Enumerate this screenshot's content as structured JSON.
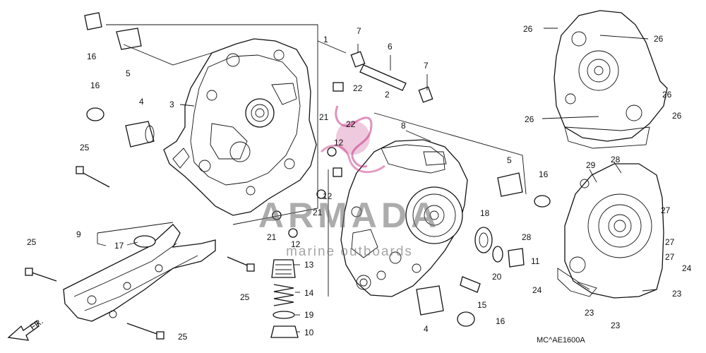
{
  "watermark": {
    "brand": "ARMADA",
    "tagline": "marine outboards",
    "color": "#c0267a"
  },
  "diagram_code": "MC^AE1600A",
  "front_arrow_label": "FR.",
  "callouts": [
    {
      "id": "c1",
      "text": "1"
    },
    {
      "id": "c2",
      "text": "2"
    },
    {
      "id": "c3",
      "text": "3"
    },
    {
      "id": "c4a",
      "text": "4"
    },
    {
      "id": "c4b",
      "text": "4"
    },
    {
      "id": "c5a",
      "text": "5"
    },
    {
      "id": "c5b",
      "text": "5"
    },
    {
      "id": "c6",
      "text": "6"
    },
    {
      "id": "c7a",
      "text": "7"
    },
    {
      "id": "c7b",
      "text": "7"
    },
    {
      "id": "c8",
      "text": "8"
    },
    {
      "id": "c9",
      "text": "9"
    },
    {
      "id": "c10",
      "text": "10"
    },
    {
      "id": "c11",
      "text": "11"
    },
    {
      "id": "c12a",
      "text": "12"
    },
    {
      "id": "c12b",
      "text": "12"
    },
    {
      "id": "c12c",
      "text": "12"
    },
    {
      "id": "c13",
      "text": "13"
    },
    {
      "id": "c14",
      "text": "14"
    },
    {
      "id": "c15",
      "text": "15"
    },
    {
      "id": "c16a",
      "text": "16"
    },
    {
      "id": "c16b",
      "text": "16"
    },
    {
      "id": "c16c",
      "text": "16"
    },
    {
      "id": "c16d",
      "text": "16"
    },
    {
      "id": "c17",
      "text": "17"
    },
    {
      "id": "c18",
      "text": "18"
    },
    {
      "id": "c19",
      "text": "19"
    },
    {
      "id": "c20",
      "text": "20"
    },
    {
      "id": "c21a",
      "text": "21"
    },
    {
      "id": "c21b",
      "text": "21"
    },
    {
      "id": "c21c",
      "text": "21"
    },
    {
      "id": "c22a",
      "text": "22"
    },
    {
      "id": "c22b",
      "text": "22"
    },
    {
      "id": "c23a",
      "text": "23"
    },
    {
      "id": "c23b",
      "text": "23"
    },
    {
      "id": "c23c",
      "text": "23"
    },
    {
      "id": "c24a",
      "text": "24"
    },
    {
      "id": "c24b",
      "text": "24"
    },
    {
      "id": "c25a",
      "text": "25"
    },
    {
      "id": "c25b",
      "text": "25"
    },
    {
      "id": "c25c",
      "text": "25"
    },
    {
      "id": "c25d",
      "text": "25"
    },
    {
      "id": "c26a",
      "text": "26"
    },
    {
      "id": "c26b",
      "text": "26"
    },
    {
      "id": "c26c",
      "text": "26"
    },
    {
      "id": "c26d",
      "text": "26"
    },
    {
      "id": "c26e",
      "text": "26"
    },
    {
      "id": "c27a",
      "text": "27"
    },
    {
      "id": "c27b",
      "text": "27"
    },
    {
      "id": "c27c",
      "text": "27"
    },
    {
      "id": "c28a",
      "text": "28"
    },
    {
      "id": "c28b",
      "text": "28"
    },
    {
      "id": "c29",
      "text": "29"
    }
  ]
}
